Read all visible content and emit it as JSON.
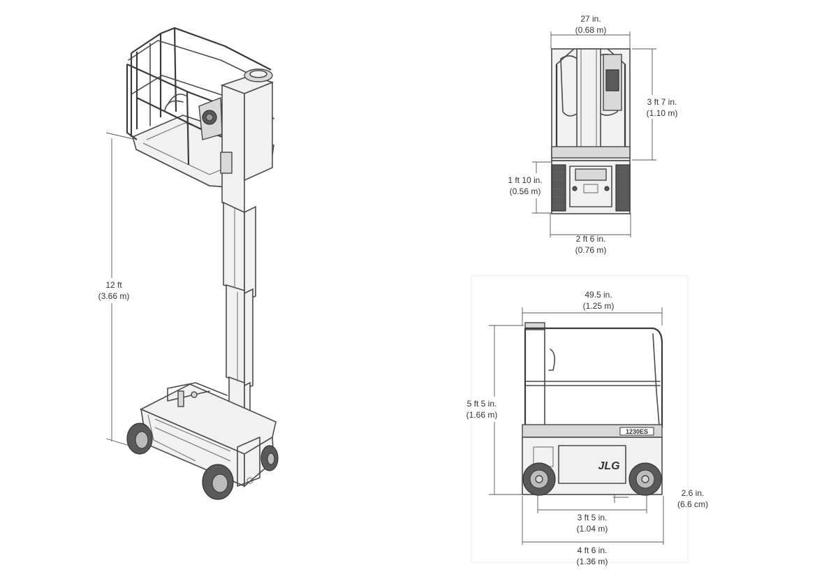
{
  "labels": {
    "tall_height_ft": "12 ft",
    "tall_height_m": "(3.66 m)",
    "front_width_in": "27 in.",
    "front_width_m": "(0.68 m)",
    "front_rail_height_ft": "3 ft 7 in.",
    "front_rail_height_m": "(1.10 m)",
    "front_base_height_ft": "1 ft 10 in.",
    "front_base_height_m": "(0.56 m)",
    "front_base_width_ft": "2 ft 6 in.",
    "front_base_width_m": "(0.76 m)",
    "side_width_in": "49.5 in.",
    "side_width_m": "(1.25 m)",
    "side_height_ft": "5 ft 5 in.",
    "side_height_m": "(1.66 m)",
    "side_clearance_in": "2.6 in.",
    "side_clearance_cm": "(6.6 cm)",
    "side_wheelbase_ft": "3 ft 5 in.",
    "side_wheelbase_m": "(1.04 m)",
    "side_length_ft": "4 ft 6 in.",
    "side_length_m": "(1.36 m)"
  },
  "brand": {
    "logo_text": "JLG",
    "model_plate": "1230ES"
  }
}
